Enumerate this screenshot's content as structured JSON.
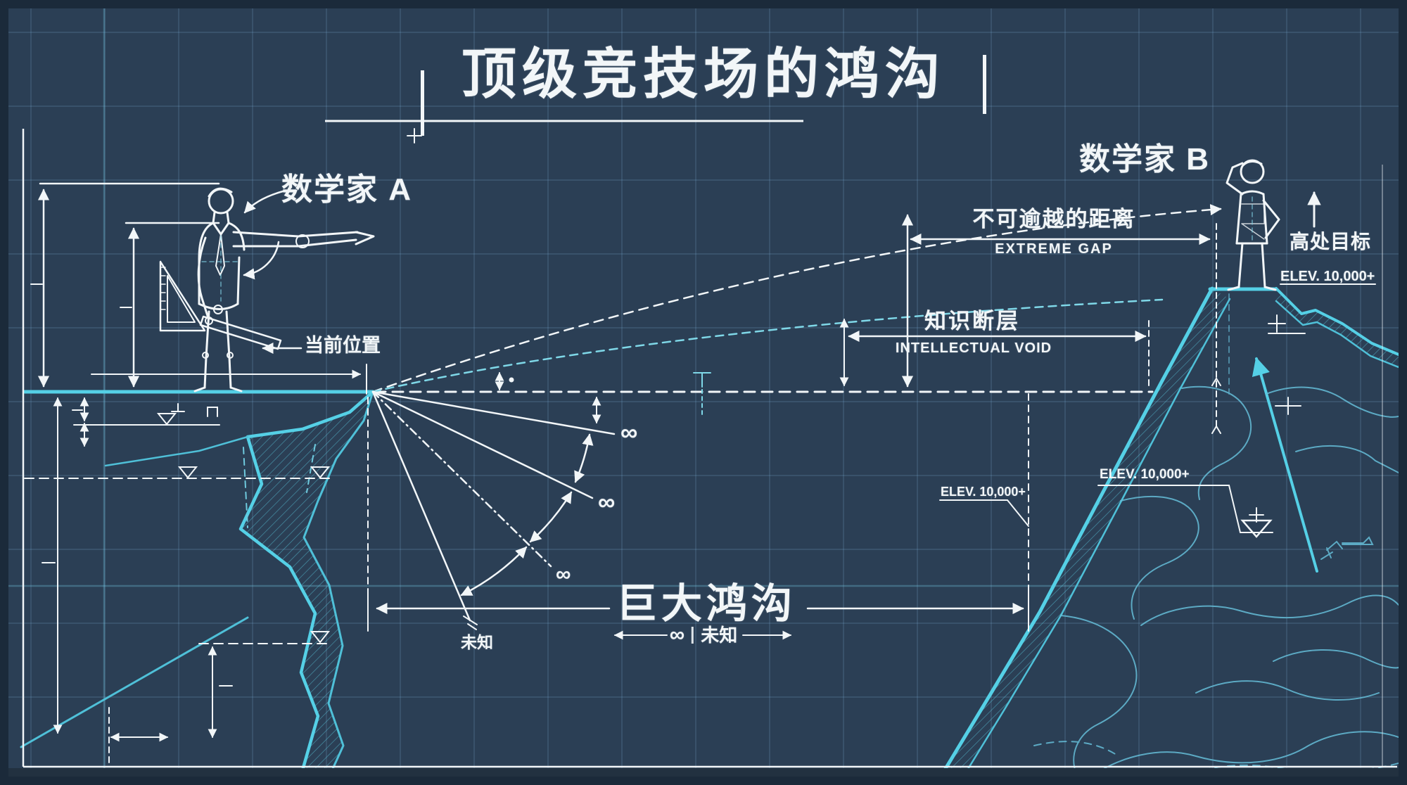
{
  "palette": {
    "background": "#2b3f55",
    "frame": "#1b2a3a",
    "grid": "#7db4d7",
    "ink": "#f2f6f8",
    "accent_cyan": "#55d0e6",
    "contour_cyan": "#5fb9d6"
  },
  "title": "顶级竞技场的鸿沟",
  "left_figure": {
    "label": "数学家 A"
  },
  "right_figure": {
    "label": "数学家 B"
  },
  "labels": {
    "current_position": "当前位置",
    "extreme_gap_zh": "不可逾越的距离",
    "extreme_gap_en": "EXTREME GAP",
    "intellectual_void_zh": "知识断层",
    "intellectual_void_en": "INTELLECTUAL VOID",
    "huge_gap": "巨大鸿沟",
    "infinity": "∞",
    "unknown": "未知",
    "high_target": "高处目标",
    "elevation": "ELEV. 10,000+"
  }
}
